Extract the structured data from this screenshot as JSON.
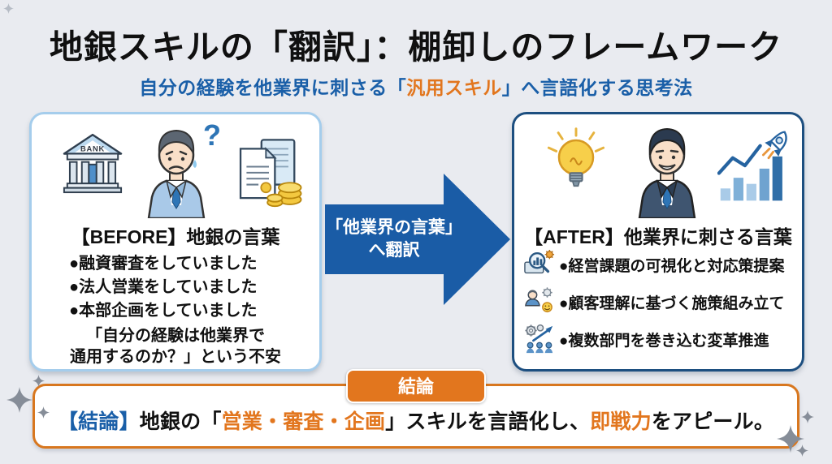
{
  "page": {
    "title": "地銀スキルの「翻訳」：棚卸しのフレームワーク",
    "subtitle_pre": "自分の経験を他業界に刺さる「",
    "subtitle_highlight": "汎用スキル",
    "subtitle_post": "」へ言語化する思考法"
  },
  "before_box": {
    "heading": "【BEFORE】地銀の言葉",
    "bank_label": "BANK",
    "question_mark": "?",
    "items": [
      "●融資審査をしていました",
      "●法人営業をしていました",
      "●本部企画をしていました"
    ],
    "worry_line1": "「自分の経験は他業界で",
    "worry_line2": "通用するのか？」という不安",
    "icons": [
      "bank-icon",
      "worried-banker-icon",
      "documents-coins-icon"
    ]
  },
  "arrow": {
    "line1": "「他業界の言葉」",
    "line2": "へ翻訳"
  },
  "after_box": {
    "heading": "【AFTER】他業界に刺さる言葉",
    "items": [
      {
        "icon": "analysis-magnifier-icon",
        "label": "●経営課題の可視化と対応策提案"
      },
      {
        "icon": "customer-insight-icon",
        "label": "●顧客理解に基づく施策組み立て"
      },
      {
        "icon": "cross-team-gears-icon",
        "label": "●複数部門を巻き込む変革推進"
      }
    ],
    "icons": [
      "lightbulb-icon",
      "confident-businessman-icon",
      "growth-chart-rocket-icon"
    ]
  },
  "conclusion": {
    "badge": "結論",
    "part1": "【結論】",
    "part2": "地銀の「",
    "part3": "営業・審査・企画",
    "part4": "」スキルを言語化し、",
    "part5": "即戦力",
    "part6": "をアピール。"
  },
  "colors": {
    "accent_blue": "#1a5fa8",
    "accent_orange": "#e2761e",
    "arrow_blue": "#1a5ca6",
    "after_border_navy": "#1d4f80",
    "before_border_blue": "#a5cdec",
    "background": "#e9ebf0"
  }
}
